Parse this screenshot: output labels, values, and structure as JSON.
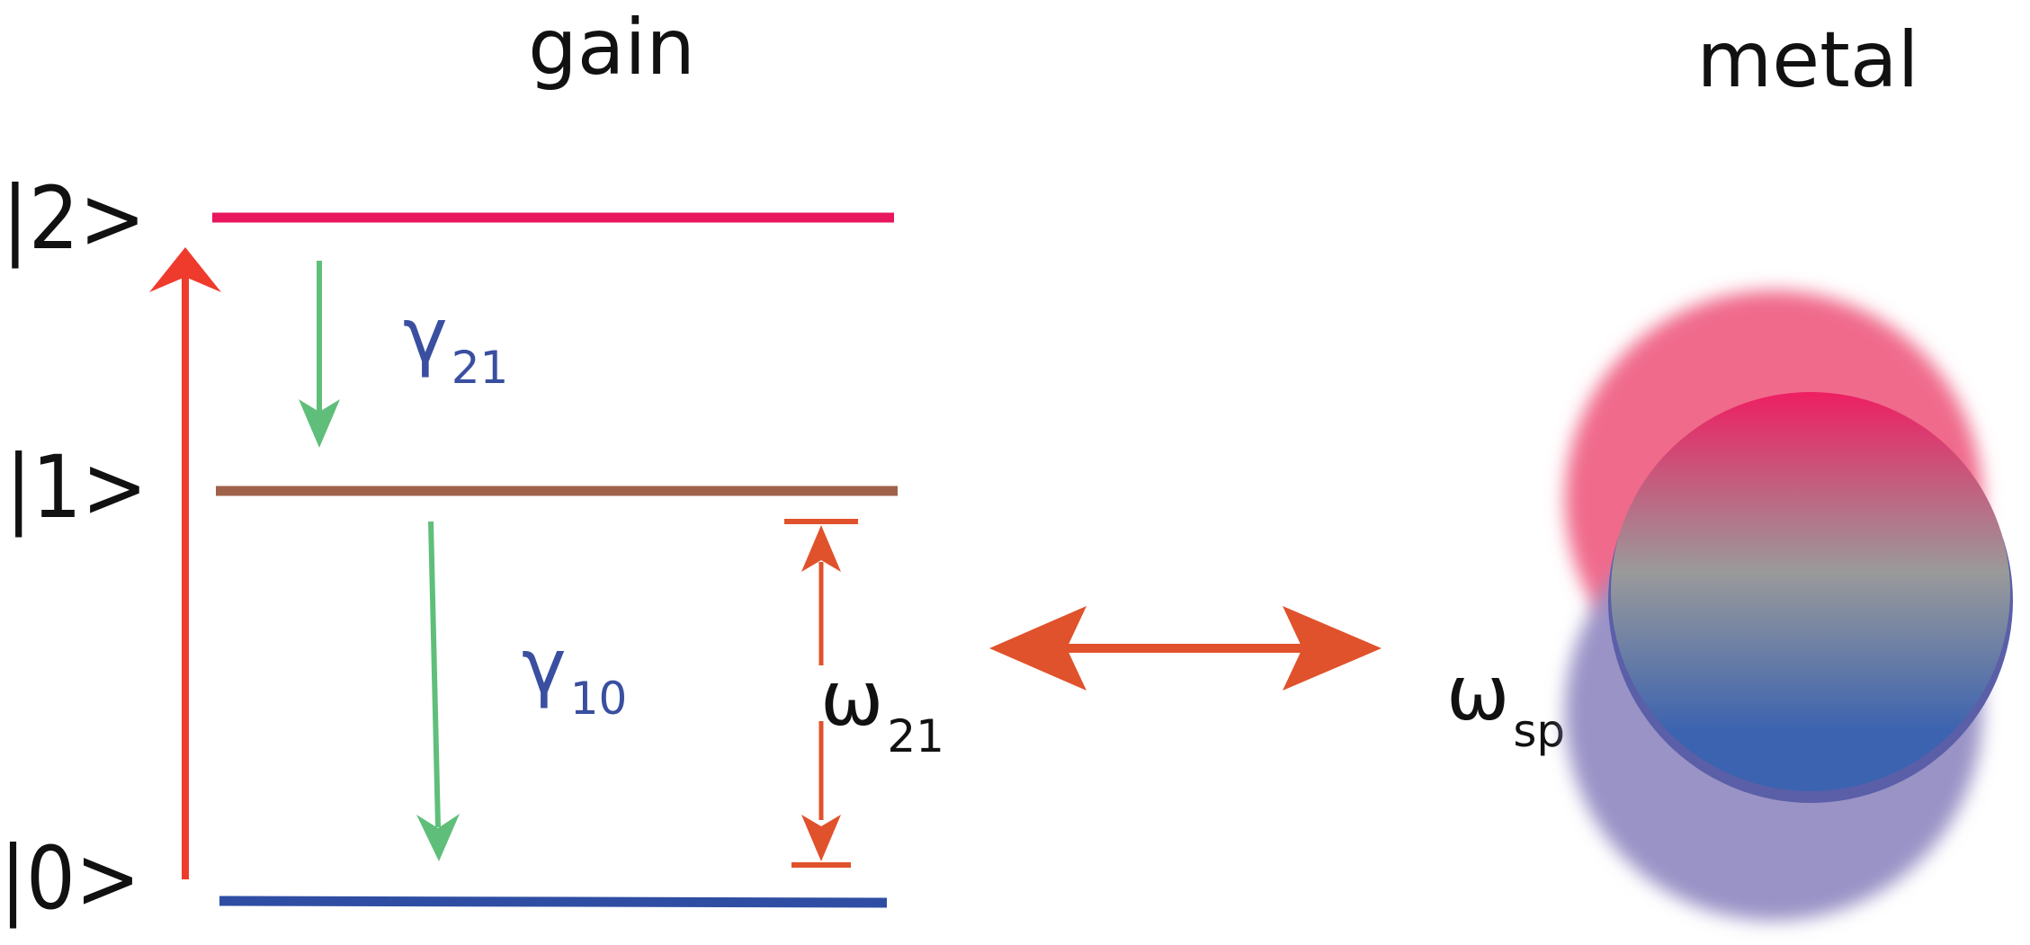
{
  "titles": {
    "gain": "gain",
    "metal": "metal"
  },
  "levels": [
    {
      "ket": "|2>",
      "color": "#e8175d"
    },
    {
      "ket": "|1>",
      "color": "#a0614b"
    },
    {
      "ket": "|0>",
      "color": "#2f4ea3"
    }
  ],
  "transitions": {
    "pump_color": "#ef3b2c",
    "decay_color": "#5fbf7a",
    "gap_color": "#e0522b",
    "gamma21": {
      "symbol": "γ",
      "sub": "21"
    },
    "gamma10": {
      "symbol": "γ",
      "sub": "10"
    },
    "omega21": {
      "symbol": "ω",
      "sub": "21"
    }
  },
  "coupling": {
    "color": "#e0522b",
    "omega_sp": {
      "symbol": "ω",
      "sub": "sp"
    }
  },
  "metal_sphere": {
    "top_color": "#ee1f62",
    "middle_color": "#9a9a9a",
    "bottom_color": "#3c63b0",
    "upper_glow": "#f06b8c",
    "lower_glow": "#9a93c6"
  }
}
